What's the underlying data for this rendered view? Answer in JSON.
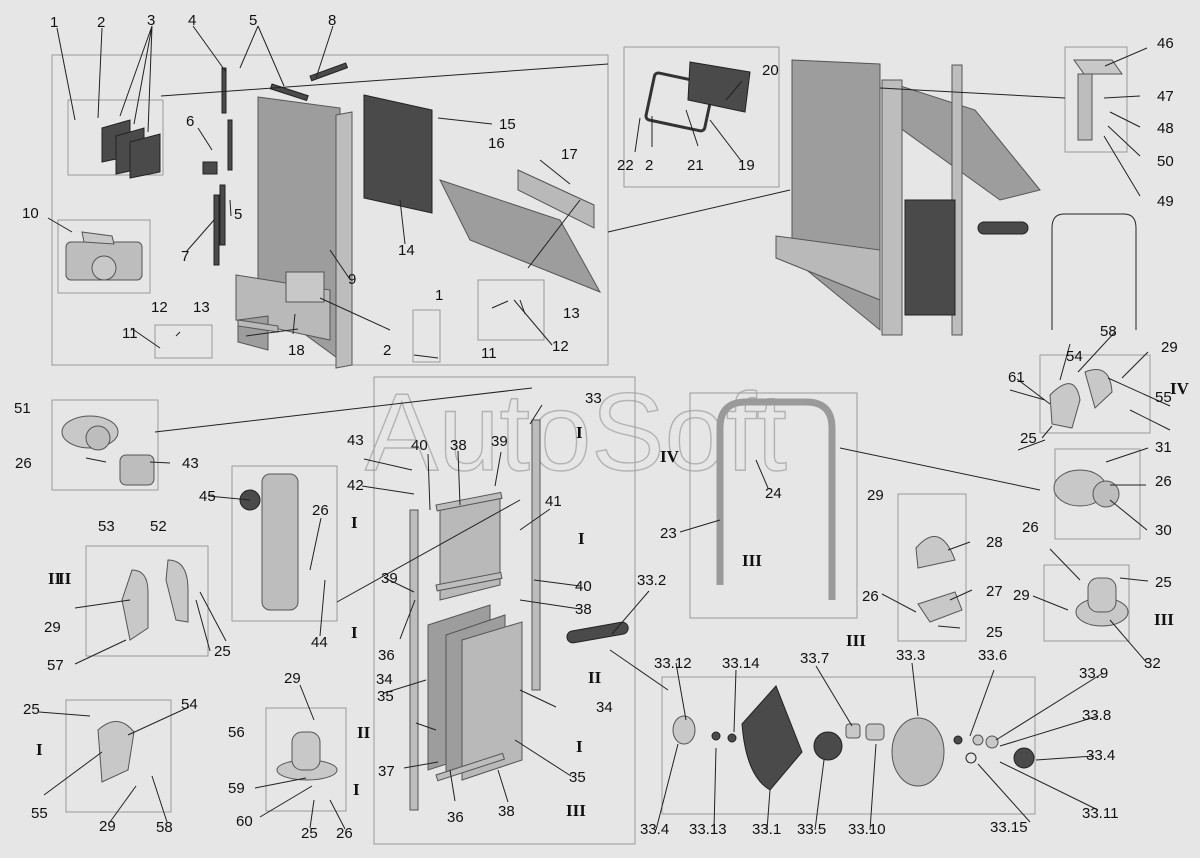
{
  "watermark": "AutoSoft",
  "part_labels": [
    "1",
    "2",
    "3",
    "4",
    "5",
    "5",
    "8",
    "6",
    "10",
    "7",
    "9",
    "14",
    "15",
    "16",
    "17",
    "20",
    "22",
    "2",
    "21",
    "19",
    "12",
    "13",
    "11",
    "18",
    "1",
    "2",
    "13",
    "11",
    "12",
    "46",
    "47",
    "48",
    "50",
    "49",
    "51",
    "26",
    "43",
    "45",
    "26",
    "44",
    "33",
    "43",
    "42",
    "40",
    "38",
    "39",
    "41",
    "39",
    "40",
    "38",
    "36",
    "34",
    "35",
    "37",
    "36",
    "38",
    "34",
    "35",
    "24",
    "23",
    "33.2",
    "53",
    "52",
    "29",
    "57",
    "25",
    "56",
    "29",
    "59",
    "60",
    "25",
    "26",
    "25",
    "54",
    "55",
    "29",
    "58",
    "54",
    "58",
    "29",
    "61",
    "25",
    "55",
    "31",
    "26",
    "30",
    "26",
    "25",
    "29",
    "32",
    "29",
    "28",
    "26",
    "27",
    "25",
    "33.12",
    "33.14",
    "33.7",
    "33.3",
    "33.6",
    "33.9",
    "33.8",
    "33.4",
    "33.11",
    "33.15",
    "33.4",
    "33.13",
    "33.1",
    "33.5",
    "33.10"
  ],
  "roman_labels": [
    "I",
    "I",
    "I",
    "I",
    "I",
    "I",
    "II",
    "II",
    "II",
    "III",
    "III",
    "III",
    "III",
    "IV",
    "IV",
    "II",
    "I"
  ]
}
